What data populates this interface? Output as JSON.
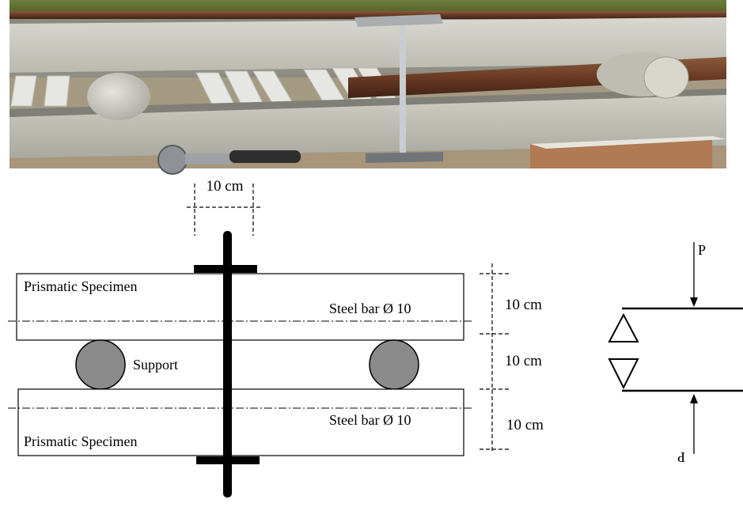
{
  "photo": {
    "description_icon": "test-rig-photo"
  },
  "diagram": {
    "top_dimension_label": "10 cm",
    "upper_specimen_label": "Prismatic Specimen",
    "lower_specimen_label": "Prismatic Specimen",
    "upper_bar_label": "Steel bar Ø 10",
    "lower_bar_label": "Steel  bar Ø 10",
    "support_label": "Support",
    "dimension_labels": [
      "10 cm",
      "10 cm",
      "10 cm"
    ]
  },
  "load_diagram": {
    "top_load_label": "P",
    "bottom_load_label": "P"
  }
}
